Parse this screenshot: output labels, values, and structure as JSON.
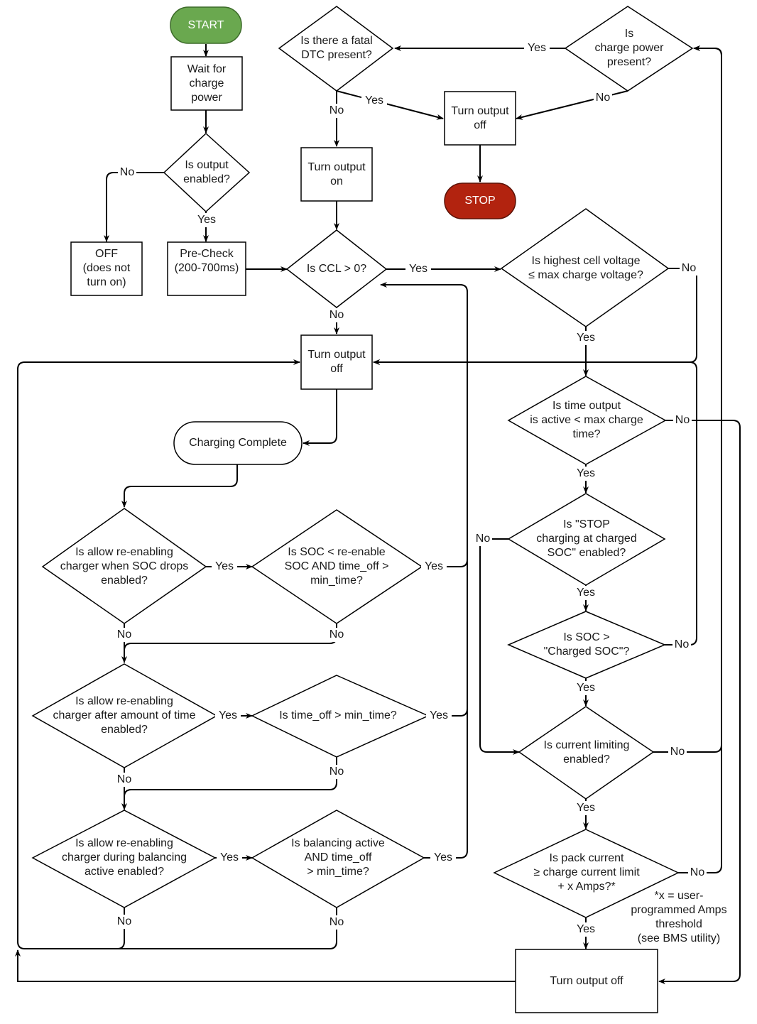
{
  "nodes": {
    "start": "START",
    "wait": [
      "Wait for",
      "charge",
      "power"
    ],
    "output_enabled": [
      "Is output",
      "enabled?"
    ],
    "off_not": [
      "OFF",
      "(does not",
      "turn on)"
    ],
    "precheck": [
      "Pre-Check",
      "(200-700ms)"
    ],
    "fatal_dtc": [
      "Is there a fatal",
      "DTC present?"
    ],
    "charge_power": [
      "Is",
      "charge power",
      "present?"
    ],
    "turn_off_top": [
      "Turn output",
      "off"
    ],
    "stop": "STOP",
    "turn_on": [
      "Turn output",
      "on"
    ],
    "ccl": [
      "Is CCL > 0?"
    ],
    "highest_cell": [
      "Is highest cell voltage",
      "≤ max charge voltage?"
    ],
    "turn_off_mid": [
      "Turn output",
      "off"
    ],
    "charging_complete": "Charging Complete",
    "time_active": [
      "Is time output",
      "is active < max charge",
      "time?"
    ],
    "stop_soc": [
      "Is \"STOP",
      "charging at charged",
      "SOC\" enabled?"
    ],
    "soc_charged": [
      "Is SOC >",
      "\"Charged SOC\"?"
    ],
    "current_limiting": [
      "Is current limiting",
      "enabled?"
    ],
    "pack_current": [
      "Is pack current",
      "≥ charge current limit",
      "+ x Amps?*"
    ],
    "footnote": [
      "*x = user-",
      "programmed Amps",
      "threshold",
      "(see BMS utility)"
    ],
    "turn_off_bottom": "Turn output off",
    "allow_soc": [
      "Is allow re-enabling",
      "charger when SOC drops",
      "enabled?"
    ],
    "soc_reenable": [
      "Is SOC < re-enable",
      "SOC AND time_off >",
      "min_time?"
    ],
    "allow_time": [
      "Is allow re-enabling",
      "charger after amount of time",
      "enabled?"
    ],
    "time_off": [
      "Is time_off > min_time?"
    ],
    "allow_balancing": [
      "Is allow re-enabling",
      "charger during balancing",
      "active enabled?"
    ],
    "balancing_active": [
      "Is balancing active",
      "AND time_off",
      "> min_time?"
    ]
  },
  "edge_labels": {
    "yes": "Yes",
    "no": "No"
  },
  "colors": {
    "start_fill": "#6aa84f",
    "stop_fill": "#b2230f",
    "line": "#000000"
  }
}
